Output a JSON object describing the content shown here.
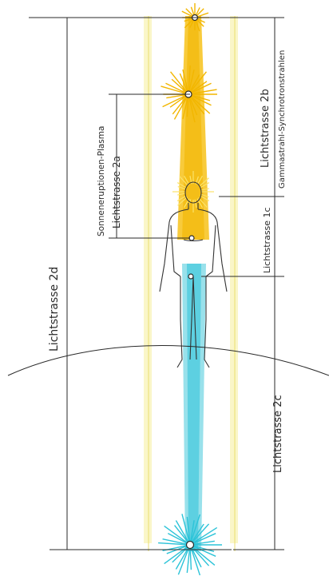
{
  "diagram": {
    "labels": {
      "lichtstrasse_2d": "Lichtstrasse 2d",
      "lichtstrasse_2b": "Lichtstrasse 2b",
      "gammastrahl": "Gammastrahl-Synchrotronstrahlen",
      "sonneneruption": "Sonneneruptionen-Plasma",
      "lichtstrasse_2a": "Lichtstrasse 2a",
      "lichtstrasse_1c": "Lichtstrasse 1c",
      "lichtstrasse_2c": "Lichtstrasse 2c"
    },
    "colors": {
      "gold": "#f2b600",
      "gold_light": "#fbe36a",
      "cyan": "#2cc3d8",
      "cyan_light": "#9ee6ee",
      "pale_yellow": "#f6ee9a",
      "ink": "#2a2a2a"
    }
  }
}
